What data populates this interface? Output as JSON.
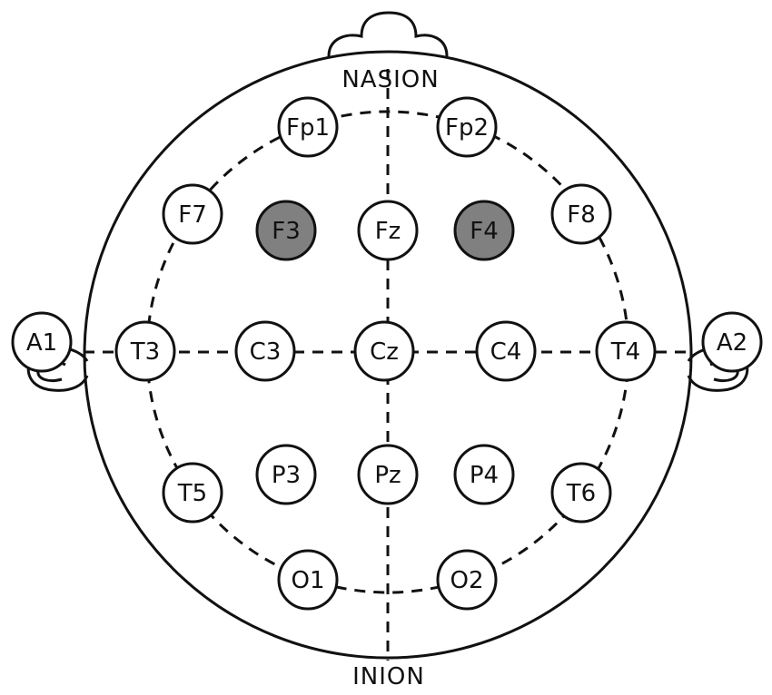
{
  "landmarks": {
    "nasion": "NASION",
    "inion": "INION"
  },
  "colors": {
    "highlight": "#808080",
    "electrode_fill": "#ffffff",
    "stroke": "#111111"
  },
  "electrodes": [
    {
      "id": "fp1",
      "label": "Fp1",
      "highlighted": false
    },
    {
      "id": "fp2",
      "label": "Fp2",
      "highlighted": false
    },
    {
      "id": "f7",
      "label": "F7",
      "highlighted": false
    },
    {
      "id": "f3",
      "label": "F3",
      "highlighted": true
    },
    {
      "id": "fz",
      "label": "Fz",
      "highlighted": false
    },
    {
      "id": "f4",
      "label": "F4",
      "highlighted": true
    },
    {
      "id": "f8",
      "label": "F8",
      "highlighted": false
    },
    {
      "id": "a1",
      "label": "A1",
      "highlighted": false
    },
    {
      "id": "t3",
      "label": "T3",
      "highlighted": false
    },
    {
      "id": "c3",
      "label": "C3",
      "highlighted": false
    },
    {
      "id": "cz",
      "label": "Cz",
      "highlighted": false
    },
    {
      "id": "c4",
      "label": "C4",
      "highlighted": false
    },
    {
      "id": "t4",
      "label": "T4",
      "highlighted": false
    },
    {
      "id": "a2",
      "label": "A2",
      "highlighted": false
    },
    {
      "id": "t5",
      "label": "T5",
      "highlighted": false
    },
    {
      "id": "p3",
      "label": "P3",
      "highlighted": false
    },
    {
      "id": "pz",
      "label": "Pz",
      "highlighted": false
    },
    {
      "id": "p4",
      "label": "P4",
      "highlighted": false
    },
    {
      "id": "t6",
      "label": "T6",
      "highlighted": false
    },
    {
      "id": "o1",
      "label": "O1",
      "highlighted": false
    },
    {
      "id": "o2",
      "label": "O2",
      "highlighted": false
    }
  ]
}
